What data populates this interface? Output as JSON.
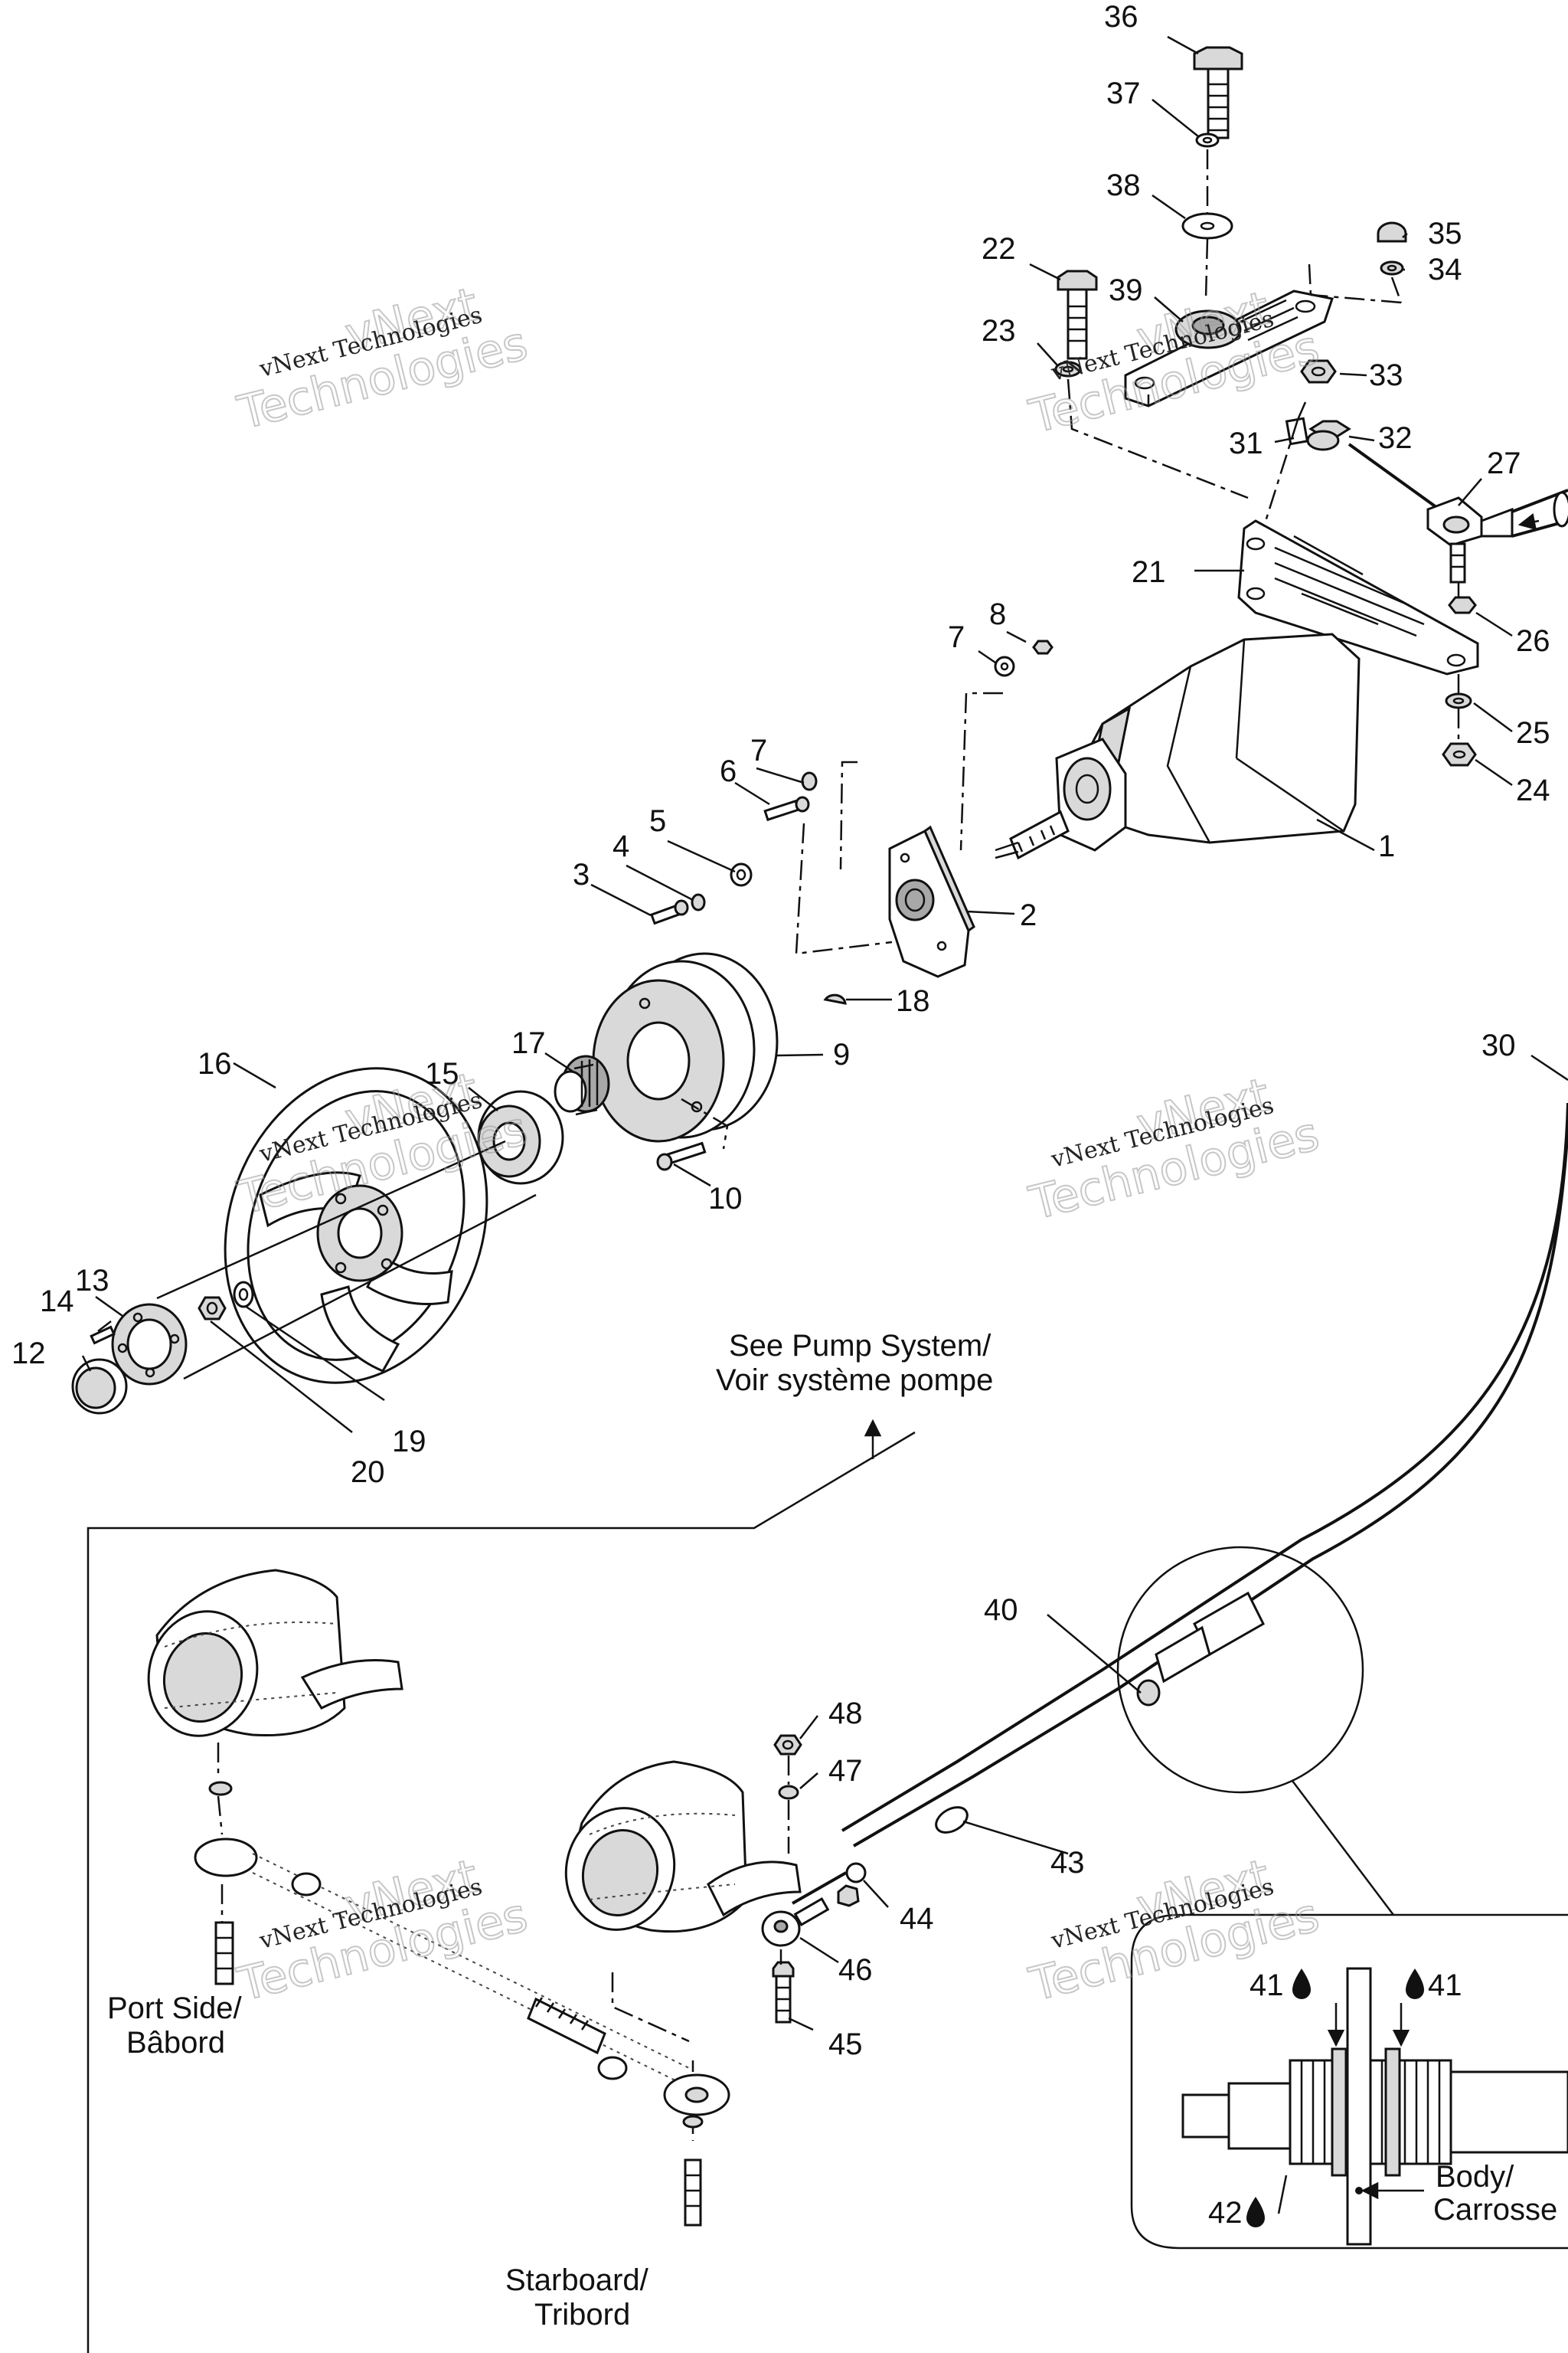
{
  "callouts": [
    {
      "id": "c1",
      "text": "1"
    },
    {
      "id": "c2",
      "text": "2"
    },
    {
      "id": "c3",
      "text": "3"
    },
    {
      "id": "c4",
      "text": "4"
    },
    {
      "id": "c5",
      "text": "5"
    },
    {
      "id": "c6",
      "text": "6"
    },
    {
      "id": "c7a",
      "text": "7"
    },
    {
      "id": "c7b",
      "text": "7"
    },
    {
      "id": "c8",
      "text": "8"
    },
    {
      "id": "c9",
      "text": "9"
    },
    {
      "id": "c10",
      "text": "10"
    },
    {
      "id": "c12",
      "text": "12"
    },
    {
      "id": "c13",
      "text": "13"
    },
    {
      "id": "c14",
      "text": "14"
    },
    {
      "id": "c15",
      "text": "15"
    },
    {
      "id": "c16",
      "text": "16"
    },
    {
      "id": "c17",
      "text": "17"
    },
    {
      "id": "c18",
      "text": "18"
    },
    {
      "id": "c19",
      "text": "19"
    },
    {
      "id": "c20",
      "text": "20"
    },
    {
      "id": "c21",
      "text": "21"
    },
    {
      "id": "c22",
      "text": "22"
    },
    {
      "id": "c23",
      "text": "23"
    },
    {
      "id": "c24",
      "text": "24"
    },
    {
      "id": "c25",
      "text": "25"
    },
    {
      "id": "c26",
      "text": "26"
    },
    {
      "id": "c27",
      "text": "27"
    },
    {
      "id": "c30",
      "text": "30"
    },
    {
      "id": "c31",
      "text": "31"
    },
    {
      "id": "c32",
      "text": "32"
    },
    {
      "id": "c33",
      "text": "33"
    },
    {
      "id": "c34",
      "text": "34"
    },
    {
      "id": "c35",
      "text": "35"
    },
    {
      "id": "c36",
      "text": "36"
    },
    {
      "id": "c37",
      "text": "37"
    },
    {
      "id": "c38",
      "text": "38"
    },
    {
      "id": "c39",
      "text": "39"
    },
    {
      "id": "c40",
      "text": "40"
    },
    {
      "id": "c41a",
      "text": "41"
    },
    {
      "id": "c41b",
      "text": "41"
    },
    {
      "id": "c42",
      "text": "42"
    },
    {
      "id": "c43",
      "text": "43"
    },
    {
      "id": "c44",
      "text": "44"
    },
    {
      "id": "c45",
      "text": "45"
    },
    {
      "id": "c46",
      "text": "46"
    },
    {
      "id": "c47",
      "text": "47"
    },
    {
      "id": "c48",
      "text": "48"
    }
  ],
  "notes": {
    "pump_line1": "See Pump System/",
    "pump_line2": "Voir système pompe",
    "port_line1": "Port Side/",
    "port_line2": "Bâbord",
    "starboard_line1": "Starboard/",
    "starboard_line2": "Tribord",
    "body_line1": "Body/",
    "body_line2": "Carrosse"
  },
  "watermark": {
    "line1": "vNext Technologies",
    "line2a": "vNext",
    "line2b": "Technologies"
  },
  "colors": {
    "ink": "#111111",
    "paper": "#ffffff",
    "shade": "#d9d9d9",
    "watermark": "#9a9a9a"
  },
  "icons": {
    "loctite_drop": "drop-icon",
    "pump_arrow": "arrow-up-icon"
  }
}
